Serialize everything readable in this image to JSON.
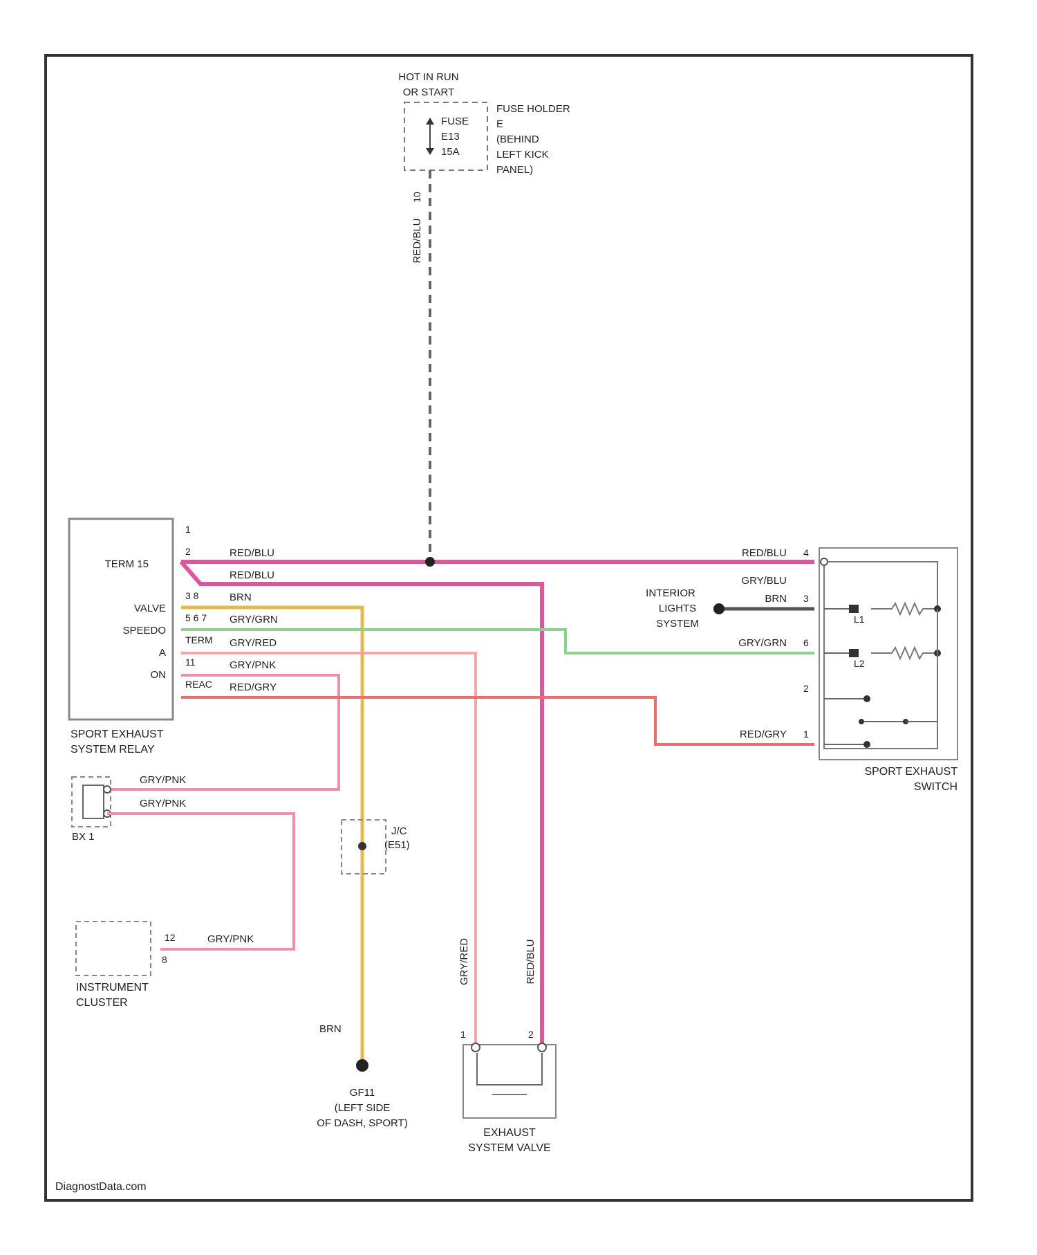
{
  "colors": {
    "red_blu": "#e0559c",
    "brn": "#e8b84a",
    "gry_grn": "#8ed28e",
    "gry_red": "#f2a6a6",
    "gry_pnk": "#ee8fae",
    "red_gry": "#ec6f6f",
    "black": "#222222"
  },
  "power": {
    "line1": "HOT IN RUN",
    "line2": "OR START",
    "fuse_line1": "FUSE",
    "fuse_line2": "E13",
    "fuse_line3": "15A",
    "holder_line1": "FUSE HOLDER",
    "holder_line2": "E",
    "holder_line3": "(BEHIND",
    "holder_line4": "LEFT KICK",
    "holder_line5": "PANEL)",
    "wire_label": "RED/BLU",
    "wire_pin": "10"
  },
  "relay": {
    "name_line1": "SPORT EXHAUST",
    "name_line2": "SYSTEM RELAY",
    "term15": "TERM 15",
    "valve": "VALVE",
    "speedo": "SPEEDO",
    "a": "A",
    "on": "ON",
    "pins": [
      "1",
      "2",
      "3 8",
      "5 6 7",
      "TERM",
      "11",
      "REAC"
    ]
  },
  "wires": {
    "w1": "RED/BLU",
    "w2": "RED/BLU",
    "w3": "BRN",
    "w4": "GRY/GRN",
    "w5": "GRY/RED",
    "w6": "GRY/PNK",
    "w7": "RED/GRY"
  },
  "switch": {
    "name_line1": "SPORT EXHAUST",
    "name_line2": "SWITCH",
    "wire_top": "RED/BLU",
    "wire_top2": "GRY/BLU",
    "wire_brn": "BRN",
    "wire_grn": "GRY/GRN",
    "wire_red": "RED/GRY",
    "pins": [
      "4",
      "3",
      "6",
      "2",
      "1"
    ],
    "interior_line1": "INTERIOR",
    "interior_line2": "LIGHTS",
    "interior_line3": "SYSTEM",
    "l1": "L1",
    "l2": "L2"
  },
  "lower": {
    "connector_label": "BX 1",
    "gry_pnk_a": "GRY/PNK",
    "gry_pnk_b": "GRY/PNK",
    "gry_pnk_c": "GRY/PNK",
    "cluster_line1": "INSTRUMENT",
    "cluster_line2": "CLUSTER",
    "cluster_pin1": "12",
    "cluster_pin2": "8",
    "jc_line1": "J/C",
    "jc_line2": "(E51)",
    "ground_wire": "BRN",
    "ground_line1": "GF11",
    "ground_line2": "(LEFT SIDE",
    "ground_line3": "OF DASH, SPORT)",
    "valve_wire_left": "GRY/RED",
    "valve_wire_right": "RED/BLU",
    "valve_line1": "EXHAUST",
    "valve_line2": "SYSTEM VALVE",
    "valve_pin1": "1",
    "valve_pin2": "2"
  },
  "watermark": "DiagnostData.com"
}
